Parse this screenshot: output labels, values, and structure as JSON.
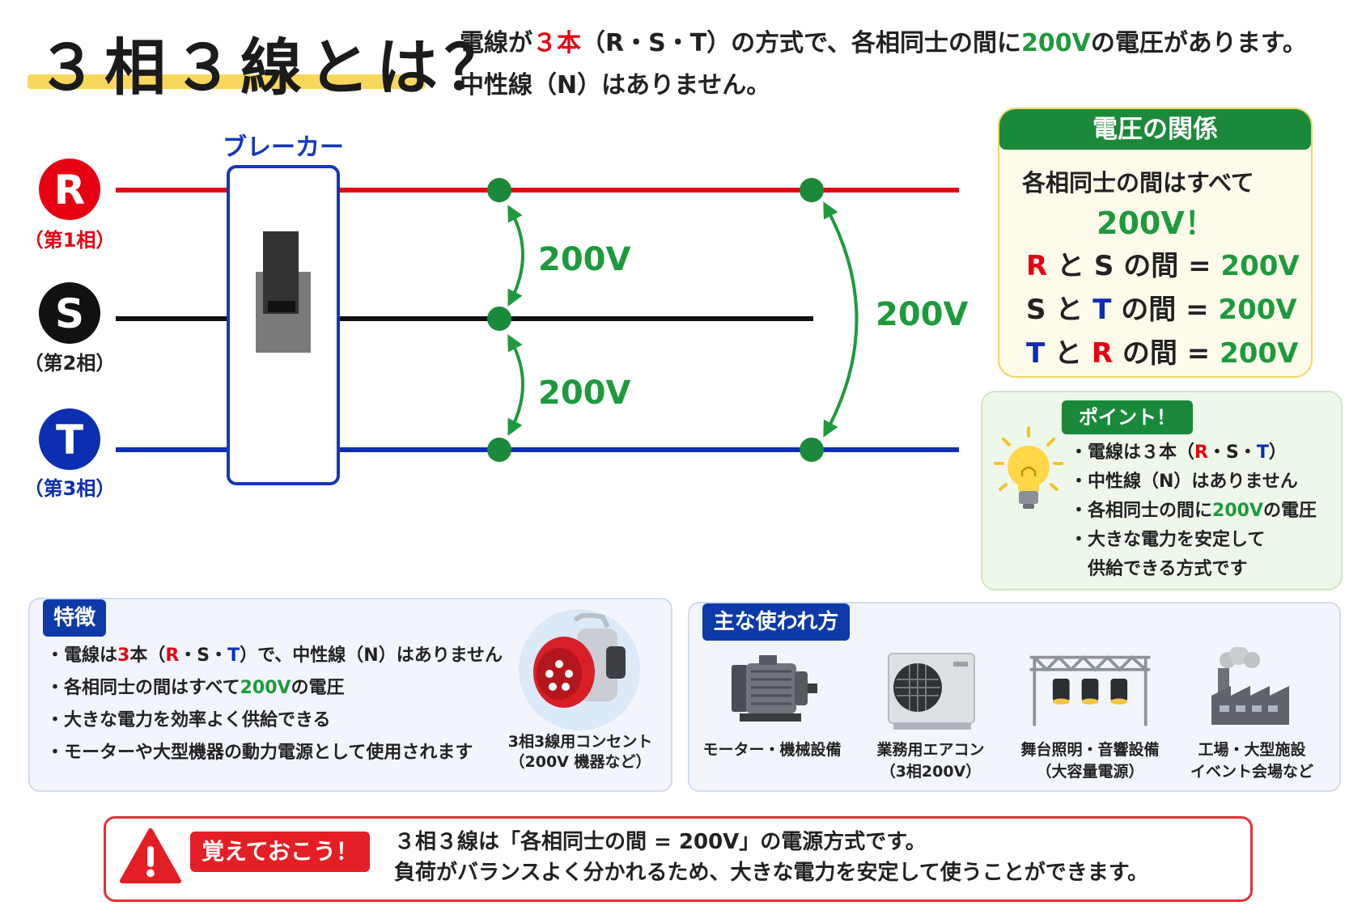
{
  "header": {
    "title": "３相３線とは？",
    "intro_line1": [
      "電線が",
      "３本",
      "（R・S・T）の方式で、各相同士の間に",
      "200V",
      "の電圧があります。"
    ],
    "intro_line2": "中性線（N）はありません。"
  },
  "diagram": {
    "breaker_label": "ブレーカー",
    "phases": [
      {
        "letter": "R",
        "label": "（第1相）",
        "color": "#e60012"
      },
      {
        "letter": "S",
        "label": "（第2相）",
        "color": "#111111"
      },
      {
        "letter": "T",
        "label": "（第3相）",
        "color": "#0b2fb0"
      }
    ],
    "voltage_labels": [
      "200V",
      "200V",
      "200V"
    ],
    "arrow_color": "#1e9a3c"
  },
  "relation": {
    "title": "電圧の関係",
    "text": "各相同士の間はすべて",
    "big": "200V！",
    "rows": [
      {
        "a": "R",
        "to": "と",
        "b": "S",
        "between": "の間",
        "eq": "=",
        "value": "200V"
      },
      {
        "a": "S",
        "to": "と",
        "b": "T",
        "between": "の間",
        "eq": "=",
        "value": "200V"
      },
      {
        "a": "T",
        "to": "と",
        "b": "R",
        "between": "の間",
        "eq": "=",
        "value": "200V"
      }
    ]
  },
  "point": {
    "badge": "ポイント！",
    "items": [
      [
        "・電線は３本（",
        "R",
        "・S・",
        "T",
        "）"
      ],
      [
        "・中性線（N）はありません"
      ],
      [
        "・各相同士の間に",
        "200V",
        "の電圧"
      ],
      [
        "・大きな電力を安定して"
      ],
      [
        "供給できる方式です"
      ]
    ]
  },
  "features": {
    "badge": "特徴",
    "items": [
      [
        "・電線は",
        "3",
        "本（",
        "R",
        "・S・",
        "T",
        "）で、中性線（N）はありません"
      ],
      [
        "・各相同士の間はすべて",
        "200V",
        "の電圧"
      ],
      [
        "・大きな電力を効率よく供給できる"
      ],
      [
        "・モーターや大型機器の動力電源として使用されます"
      ]
    ],
    "plug_caption": [
      "3相3線用コンセント",
      "（200V 機器など）"
    ]
  },
  "usage": {
    "badge": "主な使われ方",
    "items": [
      {
        "icon": "motor-icon",
        "caption": [
          "モーター・機械設備"
        ]
      },
      {
        "icon": "air-conditioner-icon",
        "caption": [
          "業務用エアコン",
          "（3相200V）"
        ]
      },
      {
        "icon": "stage-lighting-icon",
        "caption": [
          "舞台照明・音響設備",
          "（大容量電源）"
        ]
      },
      {
        "icon": "factory-icon",
        "caption": [
          "工場・大型施設",
          "イベント会場など"
        ]
      }
    ]
  },
  "remember": {
    "badge": "覚えておこう！",
    "line1": "３相３線は「各相同士の間 = 200V」の電源方式です。",
    "line2": "負荷がバランスよく分かれるため、大きな電力を安定して使うことができます。"
  },
  "colors": {
    "red": "#e60012",
    "green": "#1e9a3c",
    "blue": "#0b2fb0",
    "badge_green": "#1a8a3a",
    "badge_blue": "#0d3aa8",
    "warning_red": "#e31e24"
  }
}
